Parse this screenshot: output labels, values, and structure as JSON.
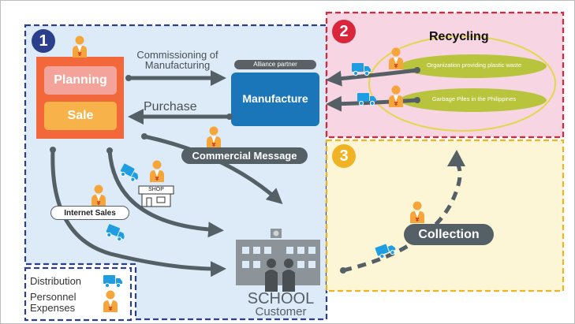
{
  "sections": {
    "one": "1",
    "two": "2",
    "three": "3"
  },
  "recycling": {
    "title": "Recycling",
    "source_1": "Organization providing plastic waste",
    "source_2": "Garbage Piles in the Philippines"
  },
  "flow": {
    "commissioning_line1": "Commissioning of",
    "commissioning_line2": "Manufacturing",
    "purchase": "Purchase",
    "commercial_message": "Commercial Message",
    "internet_sales": "Internet Sales",
    "collection": "Collection",
    "shop": "SHOP"
  },
  "company": {
    "planning": "Planning",
    "sale": "Sale"
  },
  "manufacture": {
    "badge": "Alliance partner",
    "label": "Manufacture"
  },
  "school": {
    "line1": "SCHOOL",
    "line2": "Customer"
  },
  "legend": {
    "distribution": "Distribution",
    "personnel_line1": "Personnel",
    "personnel_line2": "Expenses"
  },
  "colors": {
    "panel_blue": "#dcebf7",
    "panel_pink": "#f8d5e3",
    "panel_yellow": "#fcf6d6",
    "company_orange": "#f2683a",
    "manufacture_blue": "#1a75b9",
    "arrow_gray": "#555f66",
    "truck_blue": "#1e9de0",
    "person_orange": "#f6a53a"
  }
}
